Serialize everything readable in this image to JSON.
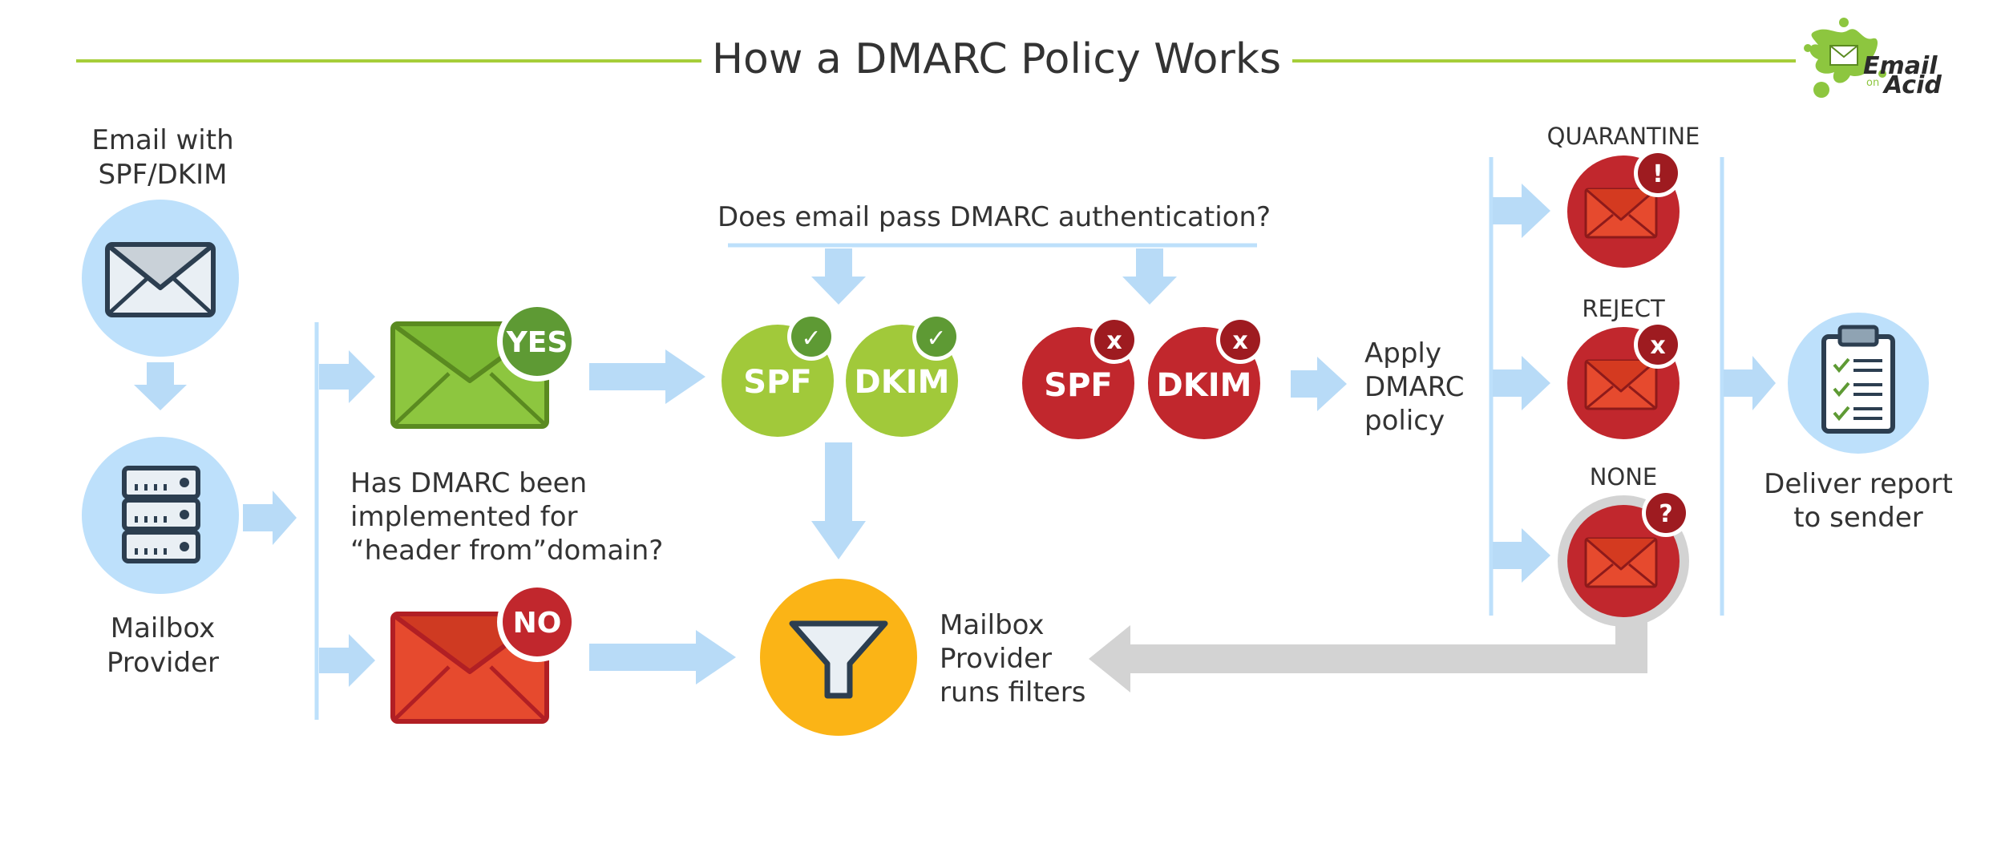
{
  "title": "How a DMARC Policy Works",
  "logo": {
    "line1": "Email",
    "line2": "on",
    "line3": "Acid"
  },
  "steps": {
    "email_line1": "Email with",
    "email_line2": "SPF/DKIM",
    "mailbox_line1": "Mailbox",
    "mailbox_line2": "Provider",
    "implemented_line1": "Has DMARC been",
    "implemented_line2": "implemented for",
    "implemented_line3": "“header from”domain?",
    "question": "Does email pass DMARC authentication?",
    "apply_line1": "Apply",
    "apply_line2": "DMARC",
    "apply_line3": "policy",
    "filters_line1": "Mailbox",
    "filters_line2": "Provider",
    "filters_line3": "runs filters",
    "deliver_line1": "Deliver report",
    "deliver_line2": "to sender"
  },
  "badges": {
    "yes": "YES",
    "no": "NO"
  },
  "pass": {
    "spf": "SPF",
    "dkim": "DKIM"
  },
  "fail": {
    "spf": "SPF",
    "dkim": "DKIM"
  },
  "policies": {
    "quarantine": "QUARANTINE",
    "reject": "REJECT",
    "none": "NONE"
  },
  "marks": {
    "check": "✓",
    "fail": "x",
    "exclaim": "!",
    "question": "?"
  },
  "colors": {
    "accent_green": "#8dc63f",
    "pass_green": "#9dc93b",
    "fail_red": "#c1272d",
    "envelope_red": "#e64a2e",
    "arrow_blue": "#b8dbf7",
    "light_blue": "#bde0fb",
    "funnel_yellow": "#fbb416",
    "gray": "#d3d3d3"
  }
}
